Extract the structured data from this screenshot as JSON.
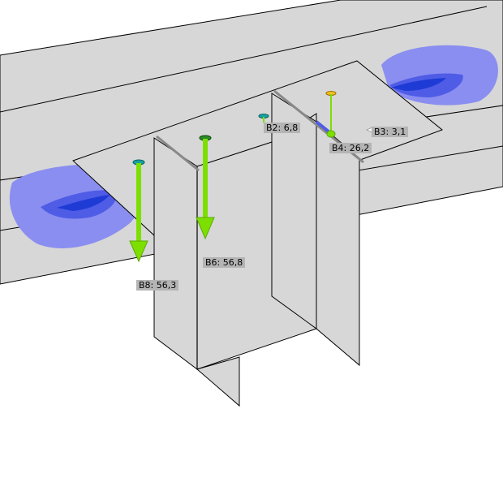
{
  "colors": {
    "plate_fill": "#d7d7d7",
    "plate_stroke": "#000000",
    "stress_light": "#8a8ef0",
    "stress_mid": "#4f5ce6",
    "stress_dark": "#1f3bd6",
    "force_arrow": "#7ddf00",
    "label_bg": "#b4b4b4"
  },
  "force_labels": [
    {
      "id": "B2",
      "text": "B2: 6,8"
    },
    {
      "id": "B3",
      "text": "B3: 3,1"
    },
    {
      "id": "B4",
      "text": "B4: 26,2"
    },
    {
      "id": "B6",
      "text": "B6: 56,8"
    },
    {
      "id": "B8",
      "text": "B8: 56,3"
    }
  ],
  "icons": [
    "force-arrow-icon",
    "force-origin-marker-icon"
  ]
}
